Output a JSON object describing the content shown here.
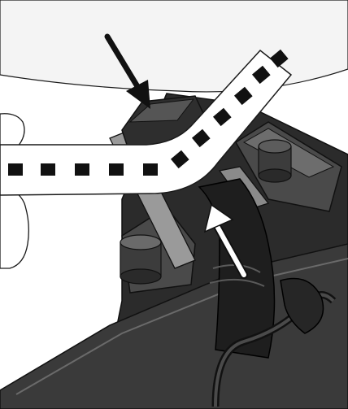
{
  "diagram": {
    "subject": "tape-threading-illustration",
    "colors": {
      "background": "#ffffff",
      "surface": "#f4f4f4",
      "outline": "#1a1a1a",
      "housing_dark": "#2b2b2b",
      "housing_mid": "#4a4a4a",
      "housing_light": "#8a8a8a",
      "tape": "#ffffff",
      "tape_dash": "#111111",
      "arrow_down": "#111111",
      "arrow_up": "#ffffff"
    },
    "arrows": [
      {
        "id": "arrow-down",
        "direction": "down-right"
      },
      {
        "id": "arrow-up",
        "direction": "up"
      }
    ]
  }
}
